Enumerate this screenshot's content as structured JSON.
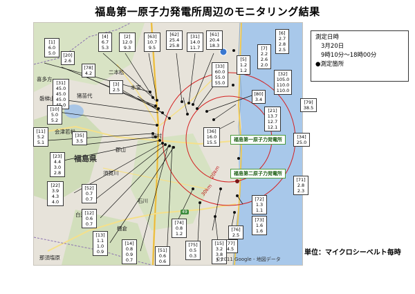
{
  "title": "福島第一原子力発電所周辺のモニタリング結果",
  "info": {
    "heading": "測定日時",
    "date": "3月20日",
    "time": "9時10分～18時00分",
    "legend_symbol": "●",
    "legend_label": "測定箇所"
  },
  "unit": "単位：マイクロシーベルト毎時",
  "copyright": "©2011 Google - 地図データ",
  "plants": {
    "daiichi": "福島第一原子力発電所",
    "daini": "福島第二原子力発電所"
  },
  "rings": {
    "r20": "20km",
    "r30": "30km"
  },
  "road": "49",
  "map_labels": {
    "prefecture": "福島県",
    "koriyama": "郡山",
    "nihonmatsu": "二本松",
    "motomiya": "本宮",
    "inawashiro": "猪苗代",
    "bandai": "磐梯山",
    "aizuwakamatsu": "会津若松",
    "sukagawa": "須賀川",
    "tamura": "田村",
    "shirakawa": "白河",
    "tanagura": "棚倉",
    "nasushiobara": "那須塩原",
    "kitakata": "喜多方",
    "ishikawa": "石川"
  },
  "callouts": [
    {
      "id": "[1]",
      "values": [
        "6.0",
        "5.0"
      ]
    },
    {
      "id": "[4]",
      "values": [
        "6.7",
        "5.3"
      ]
    },
    {
      "id": "[2]",
      "values": [
        "12.0",
        "9.3"
      ]
    },
    {
      "id": "[63]",
      "values": [
        "10.7",
        "9.5"
      ]
    },
    {
      "id": "[62]",
      "values": [
        "25.4",
        "25.8"
      ]
    },
    {
      "id": "[31]",
      "values": [
        "14.0",
        "11.7"
      ]
    },
    {
      "id": "[61]",
      "values": [
        "20.4",
        "18.3"
      ]
    },
    {
      "id": "[6]",
      "values": [
        "2.7",
        "2.8",
        "2.5"
      ]
    },
    {
      "id": "[20]",
      "values": [
        "2.6"
      ]
    },
    {
      "id": "[78]",
      "values": [
        "4.2"
      ]
    },
    {
      "id": "[7]",
      "values": [
        "2.2",
        "2.6",
        "2.0"
      ]
    },
    {
      "id": "[5]",
      "values": [
        "1.2",
        "1.2"
      ]
    },
    {
      "id": "[3]",
      "values": [
        "2.5"
      ]
    },
    {
      "id": "[33]",
      "values": [
        "60.0",
        "55.0",
        "55.0"
      ]
    },
    {
      "id": "[32]",
      "values": [
        "105.0",
        "110.0",
        "110.0"
      ]
    },
    {
      "id": "[31]",
      "values": [
        "45.0",
        "45.0",
        "45.0",
        "45.0"
      ]
    },
    {
      "id": "[80]",
      "values": [
        "3.4"
      ]
    },
    {
      "id": "[79]",
      "values": [
        "38.5"
      ]
    },
    {
      "id": "[10]",
      "values": [
        "5.0",
        "5.2"
      ]
    },
    {
      "id": "[21]",
      "values": [
        "13.7",
        "12.7",
        "12.1"
      ]
    },
    {
      "id": "[11]",
      "values": [
        "5.2",
        "5.1"
      ]
    },
    {
      "id": "[35]",
      "values": [
        "3.5"
      ]
    },
    {
      "id": "[36]",
      "values": [
        "16.0",
        "15.5"
      ]
    },
    {
      "id": "[34]",
      "values": [
        "25.0"
      ]
    },
    {
      "id": "[23]",
      "values": [
        "4.4",
        "3.0",
        "2.8"
      ]
    },
    {
      "id": "[71]",
      "values": [
        "2.8",
        "2.3"
      ]
    },
    {
      "id": "[22]",
      "values": [
        "3.9",
        "4.3",
        "4.0"
      ]
    },
    {
      "id": "[52]",
      "values": [
        "0.7",
        "0.7"
      ]
    },
    {
      "id": "[72]",
      "values": [
        "1.3",
        "1.1"
      ]
    },
    {
      "id": "[12]",
      "values": [
        "0.6",
        "0.7"
      ]
    },
    {
      "id": "[73]",
      "values": [
        "1.6",
        "1.6"
      ]
    },
    {
      "id": "[74]",
      "values": [
        "0.8",
        "1.2"
      ]
    },
    {
      "id": "[76]",
      "values": [
        "2.5"
      ]
    },
    {
      "id": "[13]",
      "values": [
        "1.1",
        "1.0",
        "0.9"
      ]
    },
    {
      "id": "[77]",
      "values": [
        "4.5"
      ]
    },
    {
      "id": "[14]",
      "values": [
        "0.8",
        "0.9",
        "0.7"
      ]
    },
    {
      "id": "[51]",
      "values": [
        "0.6",
        "0.6"
      ]
    },
    {
      "id": "[75]",
      "values": [
        "0.5",
        "0.3"
      ]
    },
    {
      "id": "[15]",
      "values": [
        "3.2",
        "3.8",
        "3.7"
      ]
    }
  ]
}
